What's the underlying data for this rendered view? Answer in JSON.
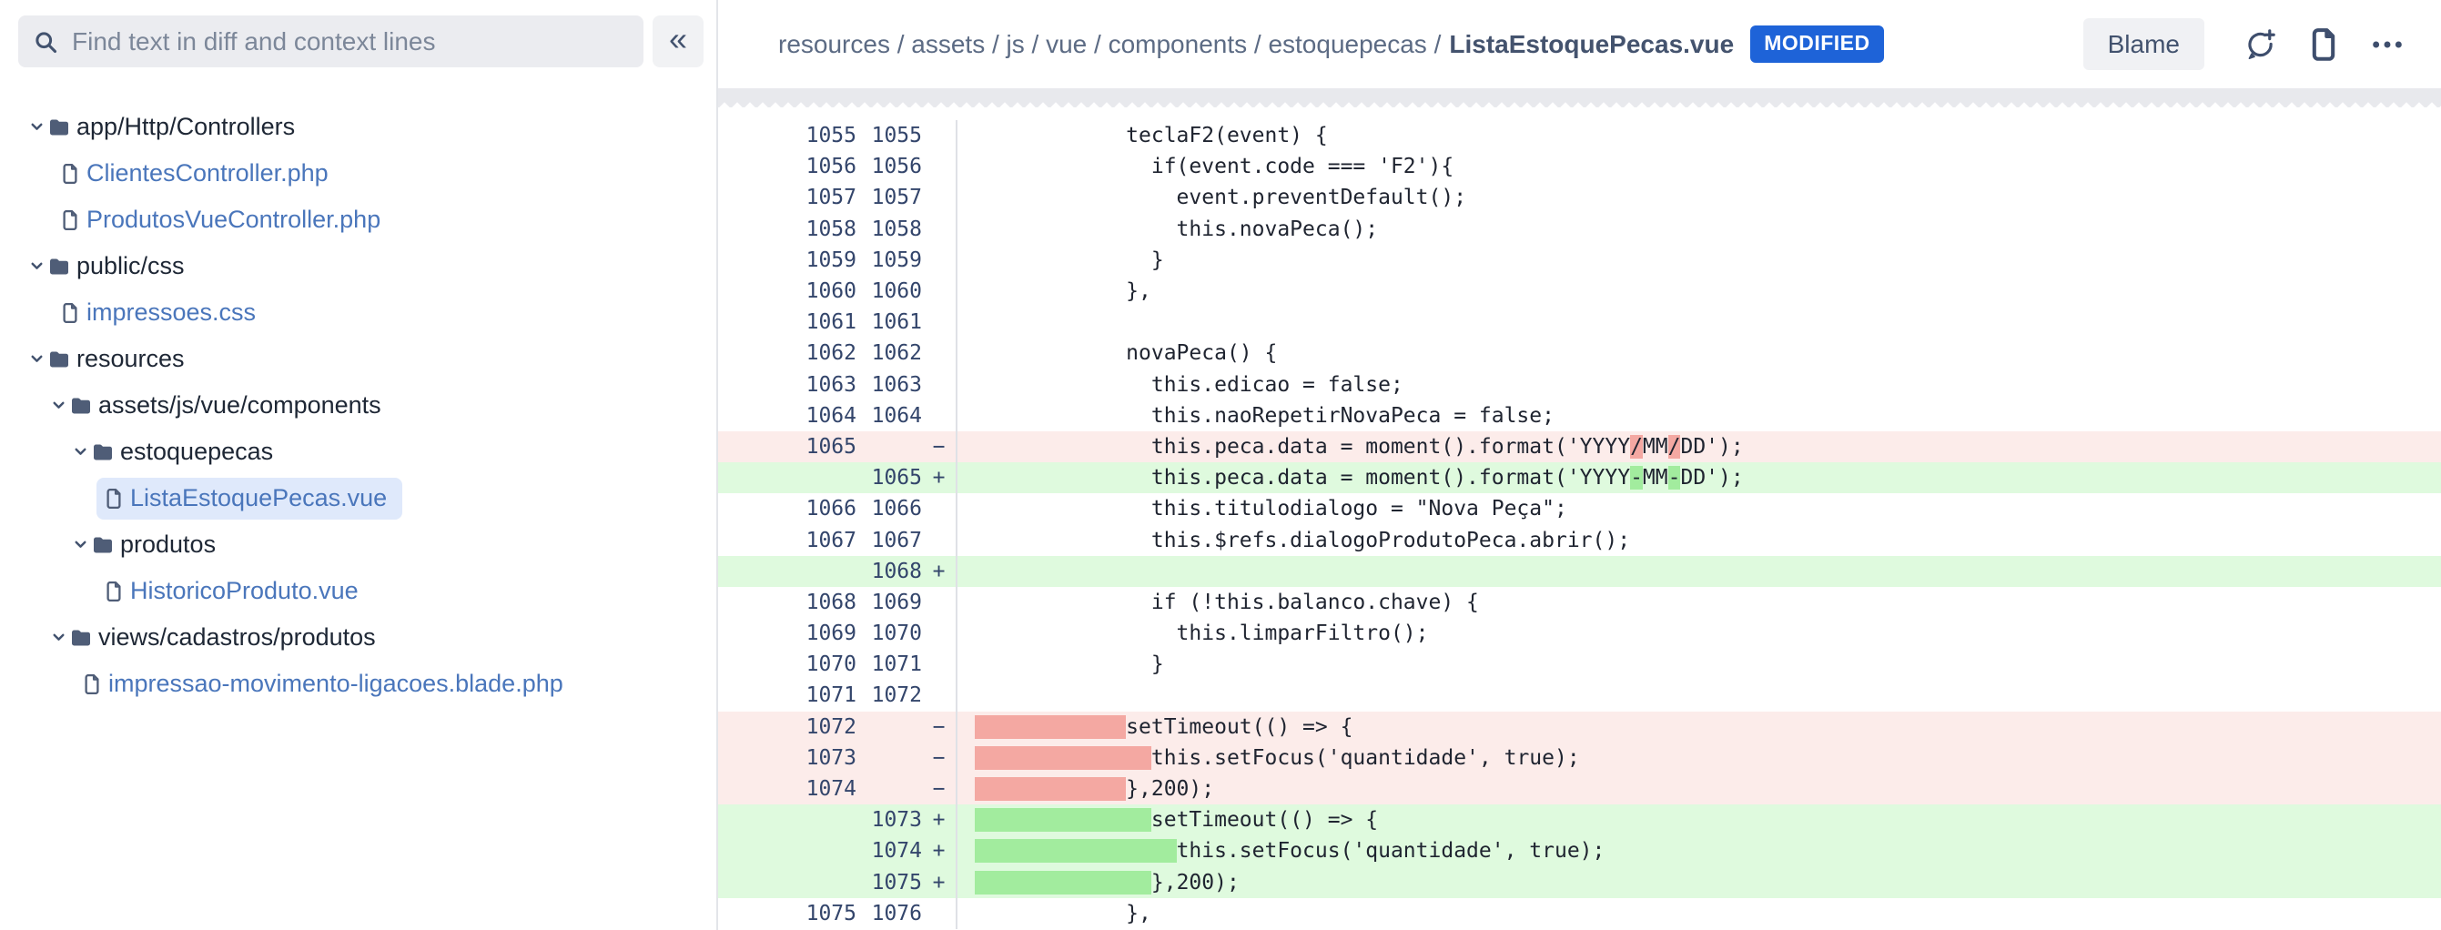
{
  "sidebar": {
    "search_placeholder": "Find text in diff and context lines",
    "collapse_button": "«",
    "tree": [
      {
        "label": "app/Http/Controllers",
        "type": "folder",
        "level": 0,
        "selected": false
      },
      {
        "label": "ClientesController.php",
        "type": "file",
        "level": 1,
        "selected": false
      },
      {
        "label": "ProdutosVueController.php",
        "type": "file",
        "level": 1,
        "selected": false
      },
      {
        "label": "public/css",
        "type": "folder",
        "level": 0,
        "selected": false
      },
      {
        "label": "impressoes.css",
        "type": "file",
        "level": 1,
        "selected": false
      },
      {
        "label": "resources",
        "type": "folder",
        "level": 0,
        "selected": false
      },
      {
        "label": "assets/js/vue/components",
        "type": "folder",
        "level": 1,
        "selected": false
      },
      {
        "label": "estoquepecas",
        "type": "folder",
        "level": 2,
        "selected": false
      },
      {
        "label": "ListaEstoquePecas.vue",
        "type": "file",
        "level": 3,
        "selected": true
      },
      {
        "label": "produtos",
        "type": "folder",
        "level": 2,
        "selected": false
      },
      {
        "label": "HistoricoProduto.vue",
        "type": "file",
        "level": 3,
        "selected": false
      },
      {
        "label": "views/cadastros/produtos",
        "type": "folder",
        "level": 1,
        "selected": false
      },
      {
        "label": "impressao-movimento-ligacoes.blade.php",
        "type": "file",
        "level": 2,
        "selected": false
      }
    ]
  },
  "header": {
    "path_prefix": "resources / assets / js / vue / components / estoquepecas /",
    "file_name": "ListaEstoquePecas.vue",
    "status_badge": "MODIFIED",
    "blame_button": "Blame"
  },
  "colors": {
    "badge_blue": "#1e63d8",
    "file_link_blue": "#4a76bb",
    "selected_row_bg": "#dfe9fb",
    "search_bg": "#ebecf0",
    "removed_line_bg": "#fcecea",
    "added_line_bg": "#dffade",
    "removed_word_bg": "#f4a8a2",
    "added_word_bg": "#a2ec9e",
    "icon_color": "#3e4e6d"
  },
  "diff": {
    "markers": {
      "removed": "−",
      "added": "+"
    },
    "rows": [
      {
        "o": "1055",
        "n": "1055",
        "t": "ctx",
        "s": [
          {
            "t": "            teclaF2(event) {",
            "h": false
          }
        ]
      },
      {
        "o": "1056",
        "n": "1056",
        "t": "ctx",
        "s": [
          {
            "t": "              if(event.code === 'F2'){",
            "h": false
          }
        ]
      },
      {
        "o": "1057",
        "n": "1057",
        "t": "ctx",
        "s": [
          {
            "t": "                event.preventDefault();",
            "h": false
          }
        ]
      },
      {
        "o": "1058",
        "n": "1058",
        "t": "ctx",
        "s": [
          {
            "t": "                this.novaPeca();",
            "h": false
          }
        ]
      },
      {
        "o": "1059",
        "n": "1059",
        "t": "ctx",
        "s": [
          {
            "t": "              }",
            "h": false
          }
        ]
      },
      {
        "o": "1060",
        "n": "1060",
        "t": "ctx",
        "s": [
          {
            "t": "            },",
            "h": false
          }
        ]
      },
      {
        "o": "1061",
        "n": "1061",
        "t": "ctx",
        "s": []
      },
      {
        "o": "1062",
        "n": "1062",
        "t": "ctx",
        "s": [
          {
            "t": "            novaPeca() {",
            "h": false
          }
        ]
      },
      {
        "o": "1063",
        "n": "1063",
        "t": "ctx",
        "s": [
          {
            "t": "              this.edicao = false;",
            "h": false
          }
        ]
      },
      {
        "o": "1064",
        "n": "1064",
        "t": "ctx",
        "s": [
          {
            "t": "              this.naoRepetirNovaPeca = false;",
            "h": false
          }
        ]
      },
      {
        "o": "1065",
        "n": "",
        "t": "rem",
        "s": [
          {
            "t": "              this.peca.data = moment().format('YYYY",
            "h": false
          },
          {
            "t": "/",
            "h": true
          },
          {
            "t": "MM",
            "h": false
          },
          {
            "t": "/",
            "h": true
          },
          {
            "t": "DD');",
            "h": false
          }
        ]
      },
      {
        "o": "",
        "n": "1065",
        "t": "add",
        "s": [
          {
            "t": "              this.peca.data = moment().format('YYYY",
            "h": false
          },
          {
            "t": "-",
            "h": true
          },
          {
            "t": "MM",
            "h": false
          },
          {
            "t": "-",
            "h": true
          },
          {
            "t": "DD');",
            "h": false
          }
        ]
      },
      {
        "o": "1066",
        "n": "1066",
        "t": "ctx",
        "s": [
          {
            "t": "              this.titulodialogo = \"Nova Peça\";",
            "h": false
          }
        ]
      },
      {
        "o": "1067",
        "n": "1067",
        "t": "ctx",
        "s": [
          {
            "t": "              this.$refs.dialogoProdutoPeca.abrir();",
            "h": false
          }
        ]
      },
      {
        "o": "",
        "n": "1068",
        "t": "add",
        "s": []
      },
      {
        "o": "1068",
        "n": "1069",
        "t": "ctx",
        "s": [
          {
            "t": "              if (!this.balanco.chave) {",
            "h": false
          }
        ]
      },
      {
        "o": "1069",
        "n": "1070",
        "t": "ctx",
        "s": [
          {
            "t": "                this.limparFiltro();",
            "h": false
          }
        ]
      },
      {
        "o": "1070",
        "n": "1071",
        "t": "ctx",
        "s": [
          {
            "t": "              }",
            "h": false
          }
        ]
      },
      {
        "o": "1071",
        "n": "1072",
        "t": "ctx",
        "s": []
      },
      {
        "o": "1072",
        "n": "",
        "t": "rem",
        "s": [
          {
            "t": "            ",
            "h": true
          },
          {
            "t": "setTimeout(() => {",
            "h": false
          }
        ]
      },
      {
        "o": "1073",
        "n": "",
        "t": "rem",
        "s": [
          {
            "t": "              ",
            "h": true
          },
          {
            "t": "this.setFocus('quantidade', true);",
            "h": false
          }
        ]
      },
      {
        "o": "1074",
        "n": "",
        "t": "rem",
        "s": [
          {
            "t": "            ",
            "h": true
          },
          {
            "t": "},200);",
            "h": false
          }
        ]
      },
      {
        "o": "",
        "n": "1073",
        "t": "add",
        "s": [
          {
            "t": "              ",
            "h": true
          },
          {
            "t": "setTimeout(() => {",
            "h": false
          }
        ]
      },
      {
        "o": "",
        "n": "1074",
        "t": "add",
        "s": [
          {
            "t": "                ",
            "h": true
          },
          {
            "t": "this.setFocus('quantidade', true);",
            "h": false
          }
        ]
      },
      {
        "o": "",
        "n": "1075",
        "t": "add",
        "s": [
          {
            "t": "              ",
            "h": true
          },
          {
            "t": "},200);",
            "h": false
          }
        ]
      },
      {
        "o": "1075",
        "n": "1076",
        "t": "ctx",
        "s": [
          {
            "t": "            },",
            "h": false
          }
        ]
      }
    ]
  }
}
